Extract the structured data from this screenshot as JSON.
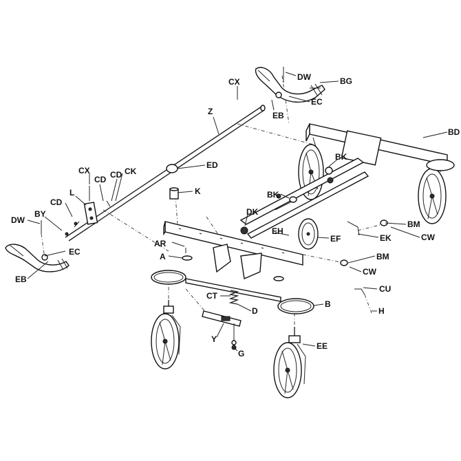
{
  "diagram": {
    "colors": {
      "ink": "#111111",
      "background": "#ffffff"
    },
    "labels": {
      "dw_top": "DW",
      "bg": "BG",
      "ec_top": "EC",
      "eb_top": "EB",
      "cx_top": "CX",
      "bd": "BD",
      "z": "Z",
      "bk_top": "BK",
      "ed": "ED",
      "cx_left": "CX",
      "cd_mid": "CD",
      "cd_right": "CD",
      "ck": "CK",
      "l": "L",
      "k": "K",
      "bk_mid": "BK",
      "cd_left": "CD",
      "by": "BY",
      "dw_left": "DW",
      "dk": "DK",
      "bm_top": "BM",
      "eh": "EH",
      "ef": "EF",
      "ek": "EK",
      "cw_top": "CW",
      "ec_left": "EC",
      "ar": "AR",
      "a": "A",
      "eb_left": "EB",
      "bm_bottom": "BM",
      "cw_bottom": "CW",
      "cu": "CU",
      "ct": "CT",
      "b": "B",
      "h": "H",
      "d": "D",
      "y": "Y",
      "ee": "EE",
      "g": "G"
    }
  }
}
